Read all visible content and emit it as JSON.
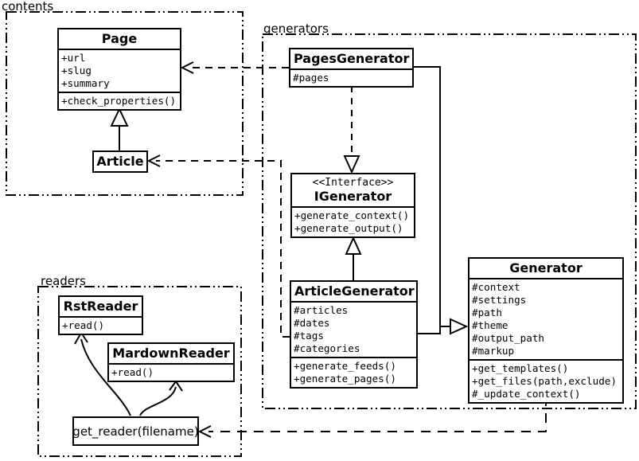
{
  "diagram": {
    "background_color": "#ffffff",
    "line_color": "#000000"
  },
  "packages": {
    "contents": {
      "label": "contents"
    },
    "generators": {
      "label": "generators"
    },
    "readers": {
      "label": "readers"
    }
  },
  "classes": {
    "page": {
      "title": "Page",
      "attributes": [
        "+url",
        "+slug",
        "+summary"
      ],
      "methods": [
        "+check_properties()"
      ]
    },
    "article": {
      "title": "Article"
    },
    "pages_generator": {
      "title": "PagesGenerator",
      "attributes": [
        "#pages"
      ]
    },
    "igenerator": {
      "stereotype": "<<Interface>>",
      "title": "IGenerator",
      "methods": [
        "+generate_context()",
        "+generate_output()"
      ]
    },
    "article_generator": {
      "title": "ArticleGenerator",
      "attributes": [
        "#articles",
        "#dates",
        "#tags",
        "#categories"
      ],
      "methods": [
        "+generate_feeds()",
        "+generate_pages()"
      ]
    },
    "generator": {
      "title": "Generator",
      "attributes": [
        "#context",
        "#settings",
        "#path",
        "#theme",
        "#output_path",
        "#markup"
      ],
      "methods": [
        "+get_templates()",
        "+get_files(path,exclude)",
        "#_update_context()"
      ]
    },
    "rst_reader": {
      "title": "RstReader",
      "methods": [
        "+read()"
      ]
    },
    "mardown_reader": {
      "title": "MardownReader",
      "methods": [
        "+read()"
      ]
    },
    "get_reader": {
      "title": "get_reader(filename)"
    }
  },
  "relationships": [
    {
      "from": "Article",
      "to": "Page",
      "type": "generalization"
    },
    {
      "from": "PagesGenerator",
      "to": "Page",
      "type": "dependency"
    },
    {
      "from": "ArticleGenerator",
      "to": "Article",
      "type": "dependency"
    },
    {
      "from": "PagesGenerator",
      "to": "IGenerator",
      "type": "realization"
    },
    {
      "from": "ArticleGenerator",
      "to": "IGenerator",
      "type": "generalization"
    },
    {
      "from": "PagesGenerator",
      "to": "Generator",
      "type": "generalization"
    },
    {
      "from": "ArticleGenerator",
      "to": "Generator",
      "type": "generalization"
    },
    {
      "from": "Generator",
      "to": "get_reader(filename)",
      "type": "dependency"
    },
    {
      "from": "get_reader(filename)",
      "to": "RstReader",
      "type": "association"
    },
    {
      "from": "get_reader(filename)",
      "to": "MardownReader",
      "type": "association"
    }
  ]
}
